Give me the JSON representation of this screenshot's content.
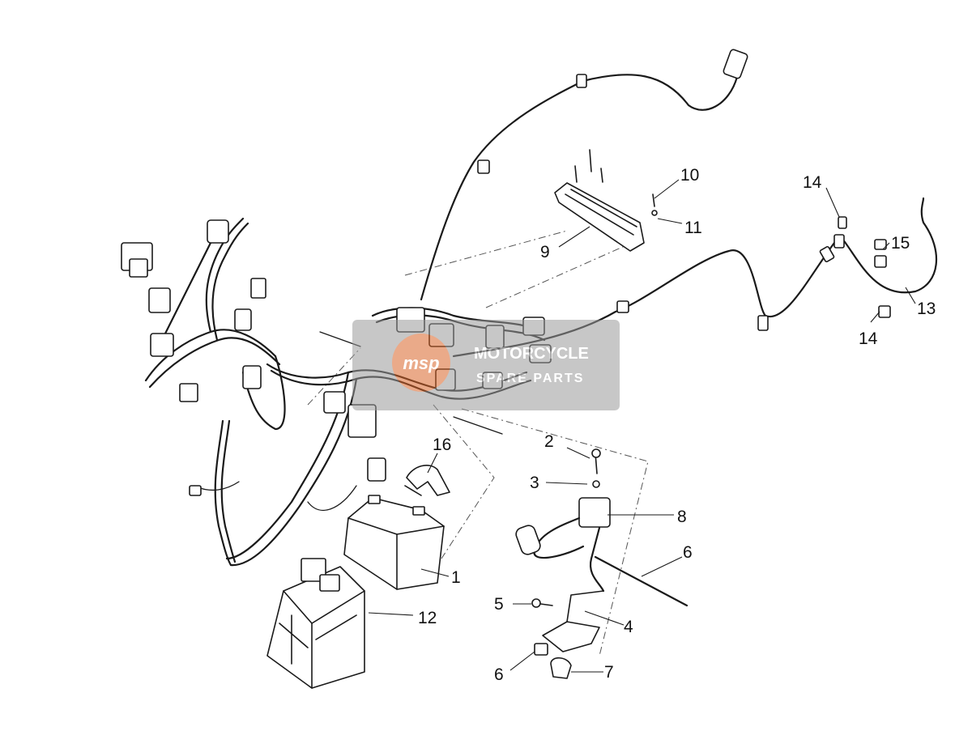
{
  "diagram": {
    "callouts": [
      {
        "id": "1",
        "label": "1"
      },
      {
        "id": "2",
        "label": "2"
      },
      {
        "id": "3",
        "label": "3"
      },
      {
        "id": "4",
        "label": "4"
      },
      {
        "id": "5",
        "label": "5"
      },
      {
        "id": "6a",
        "label": "6"
      },
      {
        "id": "6b",
        "label": "6"
      },
      {
        "id": "7",
        "label": "7"
      },
      {
        "id": "8",
        "label": "8"
      },
      {
        "id": "9",
        "label": "9"
      },
      {
        "id": "10",
        "label": "10"
      },
      {
        "id": "11",
        "label": "11"
      },
      {
        "id": "12",
        "label": "12"
      },
      {
        "id": "13",
        "label": "13"
      },
      {
        "id": "14a",
        "label": "14"
      },
      {
        "id": "14b",
        "label": "14"
      },
      {
        "id": "15",
        "label": "15"
      },
      {
        "id": "16",
        "label": "16"
      }
    ]
  },
  "watermark": {
    "line1": "MOTORCYCLE",
    "line2": "SPARE PARTS",
    "logo_text": "msp",
    "logo_color": "#d9662a",
    "background_color": "#9a9a9a"
  }
}
